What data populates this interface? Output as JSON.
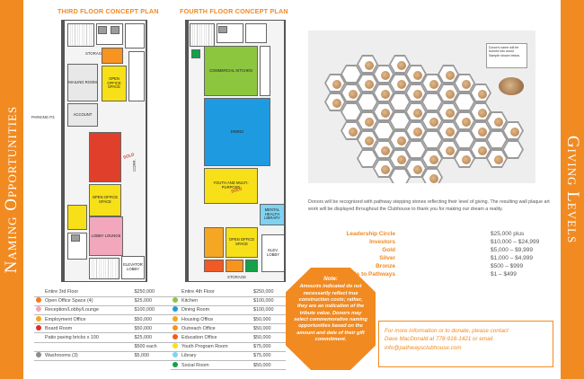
{
  "sides": {
    "left": "Naming Opportunities",
    "right": "Giving Levels"
  },
  "third_floor": {
    "title": "THIRD FLOOR CONCEPT PLAN",
    "labels": {
      "storage": "STORAGE",
      "open_office": "OPEN OFFICE SPACE",
      "mailroom": "MAILING ROOM",
      "parking": "PARKING P3",
      "account": "ACCOUNT",
      "corr": "CORR.",
      "open_office2": "OPEN OFFICE SPACE",
      "lobby": "LOBBY LOUNGE",
      "elevator": "ELEVATOR LOBBY"
    },
    "legend": [
      {
        "label": "Entire 3rd Floor",
        "price": "$250,000",
        "color": ""
      },
      {
        "label": "Open Office Space (4)",
        "price": "$25,000",
        "color": "#f47b20"
      },
      {
        "label": "Reception/Lobby/Lounge",
        "price": "$100,000",
        "color": "#f2a7bd"
      },
      {
        "label": "Employment Office",
        "price": "$50,000",
        "color": "#f5a623"
      },
      {
        "label": "Board Room",
        "price": "$50,000",
        "color": "#d9302c"
      },
      {
        "label": "Patio paving bricks x 100",
        "price": "$25,000",
        "color": ""
      },
      {
        "label": "",
        "price": "$500 each",
        "color": ""
      },
      {
        "label": "Washrooms (3)",
        "price": "$5,000",
        "color": "#8c8c8c"
      }
    ]
  },
  "fourth_floor": {
    "title": "FOURTH FLOOR CONCEPT PLAN",
    "labels": {
      "commercial_kitchen": "COMMERCIAL KITCHEN",
      "dining": "DINING",
      "youth": "YOUTH AND MULTI-PURPOSE",
      "mental_health": "MENTAL HEALTH LIBRARY",
      "open_office": "OPEN OFFICE SPACE",
      "elev_lobby": "ELEV. LOBBY",
      "storage": "STORAGE"
    },
    "legend": [
      {
        "label": "Entire 4th Floor",
        "price": "$250,000",
        "color": ""
      },
      {
        "label": "Kitchen",
        "price": "$100,000",
        "color": "#8cc63f"
      },
      {
        "label": "Dining Room",
        "price": "$100,000",
        "color": "#1e9be0"
      },
      {
        "label": "Housing Office",
        "price": "$50,000",
        "color": "#f5a623"
      },
      {
        "label": "Outreach Office",
        "price": "$50,000",
        "color": "#f7931e"
      },
      {
        "label": "Education Office",
        "price": "$50,000",
        "color": "#f15a24"
      },
      {
        "label": "Youth Program Room",
        "price": "$75,000",
        "color": "#f7e017"
      },
      {
        "label": "Library",
        "price": "$75,000",
        "color": "#7fd3f2"
      },
      {
        "label": "Social Room",
        "price": "$50,000",
        "color": "#13a14a"
      }
    ]
  },
  "stones": {
    "callout": "Donor's name will be burned into wood. Sample shown below.",
    "description": "Donors will be recognized with pathway stepping stones reflecting their level of giving. The resulting wall plaque art work will be displayed throughout the Clubhouse to thank you for making our dream a reality."
  },
  "giving_levels": [
    {
      "name": "Leadership Circle",
      "amount": "$25,000 plus"
    },
    {
      "name": "Investors",
      "amount": "$10,000 – $24,999"
    },
    {
      "name": "Gold",
      "amount": "$5,000 – $9,999"
    },
    {
      "name": "Silver",
      "amount": "$1,000 – $4,999"
    },
    {
      "name": "Bronze",
      "amount": "$500 – $999"
    },
    {
      "name": "Friends to Pathways",
      "amount": "$1 – $499"
    }
  ],
  "note": {
    "title": "Note:",
    "text": "Amounts indicated do not necessarily reflect true construction costs; rather, they are an indication of the tribute value. Donors may select commemorative naming opportunities based on the amount and date of their gift commitment."
  },
  "contact": {
    "line1": "For more information or to donate, please contact",
    "line2": "Dave MacDonald at 778-918-1421 or email",
    "line3": "info@pathwaysclubhouse.com"
  },
  "colors": {
    "accent": "#f18a21"
  }
}
